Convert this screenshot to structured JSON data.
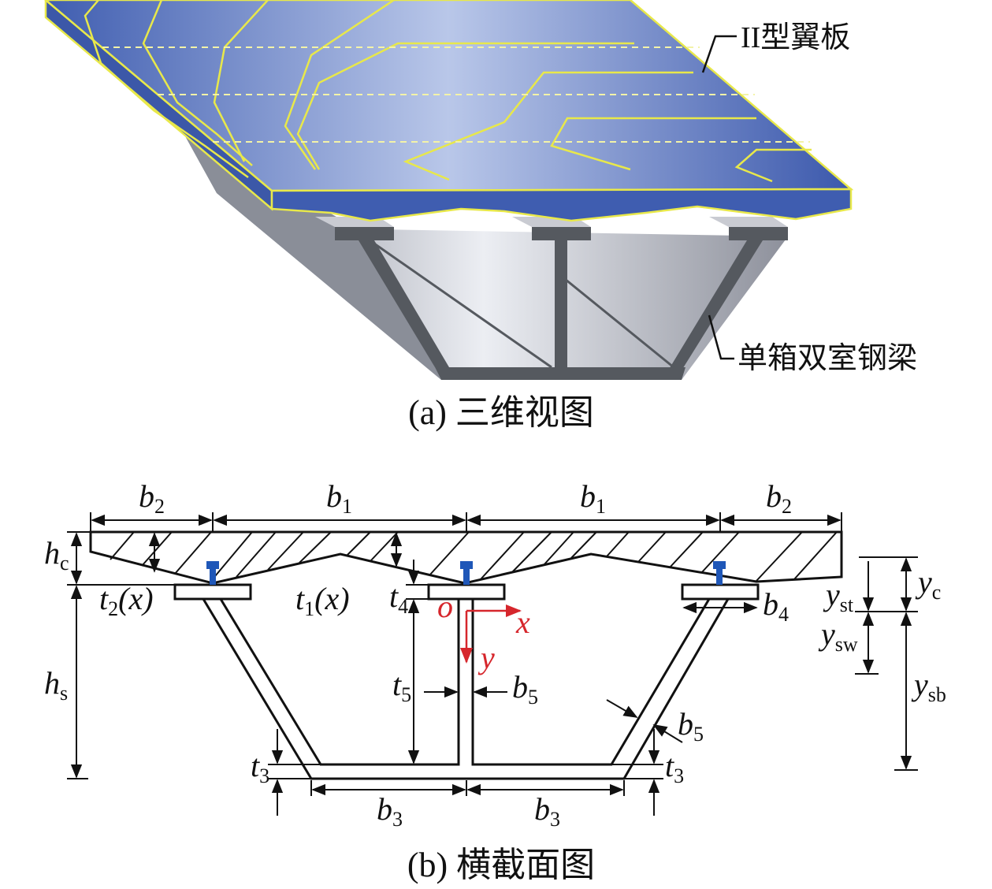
{
  "part_a": {
    "caption": "(a) 三维视图",
    "label_flange_plate": "II型翼板",
    "label_steel_box": "单箱双室钢梁"
  },
  "part_b": {
    "caption": "(b) 横截面图",
    "dims": {
      "b2_left": {
        "main": "b",
        "sub": "2"
      },
      "b1_left": {
        "main": "b",
        "sub": "1"
      },
      "b1_right": {
        "main": "b",
        "sub": "1"
      },
      "b2_right": {
        "main": "b",
        "sub": "2"
      },
      "hc": {
        "main": "h",
        "sub": "c"
      },
      "hs": {
        "main": "h",
        "sub": "s"
      },
      "t2x": {
        "main": "t",
        "sub": "2",
        "suffix": "(x)"
      },
      "t1x": {
        "main": "t",
        "sub": "1",
        "suffix": "(x)"
      },
      "t4": {
        "main": "t",
        "sub": "4"
      },
      "b4": {
        "main": "b",
        "sub": "4"
      },
      "t5": {
        "main": "t",
        "sub": "5"
      },
      "b5_center": {
        "main": "b",
        "sub": "5"
      },
      "b5_web": {
        "main": "b",
        "sub": "5"
      },
      "t3_left": {
        "main": "t",
        "sub": "3"
      },
      "t3_right": {
        "main": "t",
        "sub": "3"
      },
      "b3_left": {
        "main": "b",
        "sub": "3"
      },
      "b3_right": {
        "main": "b",
        "sub": "3"
      },
      "yc": {
        "main": "y",
        "sub": "c"
      },
      "yst": {
        "main": "y",
        "sub": "st"
      },
      "ysw": {
        "main": "y",
        "sub": "sw"
      },
      "ysb": {
        "main": "y",
        "sub": "sb"
      }
    },
    "axes": {
      "origin": "o",
      "x": "x",
      "y": "y"
    }
  },
  "colors": {
    "deck_blue": "#3f5db0",
    "deck_light": "#b8c6e8",
    "deck_outline": "#e8e84a",
    "steel_dark": "#55595f",
    "steel_light": "#e4e5ea",
    "stud_blue": "#1f57b8",
    "axis_red": "#d6262c"
  }
}
